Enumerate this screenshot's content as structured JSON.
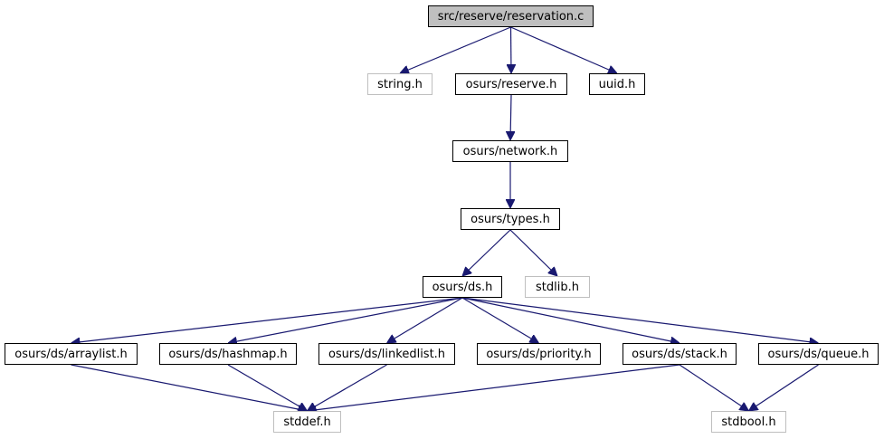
{
  "colors": {
    "edge": "#191970",
    "node_border": "#000000",
    "external_border": "#bfbfbf",
    "root_fill": "#bfbfbf"
  },
  "nodes": {
    "reservation_c": "src/reserve/reservation.c",
    "string_h": "string.h",
    "reserve_h": "osurs/reserve.h",
    "uuid_h": "uuid.h",
    "network_h": "osurs/network.h",
    "types_h": "osurs/types.h",
    "ds_h": "osurs/ds.h",
    "stdlib_h": "stdlib.h",
    "arraylist_h": "osurs/ds/arraylist.h",
    "hashmap_h": "osurs/ds/hashmap.h",
    "linkedlist_h": "osurs/ds/linkedlist.h",
    "priority_h": "osurs/ds/priority.h",
    "stack_h": "osurs/ds/stack.h",
    "queue_h": "osurs/ds/queue.h",
    "stddef_h": "stddef.h",
    "stdbool_h": "stdbool.h"
  },
  "edges": [
    [
      "reservation_c",
      "string_h"
    ],
    [
      "reservation_c",
      "reserve_h"
    ],
    [
      "reservation_c",
      "uuid_h"
    ],
    [
      "reserve_h",
      "network_h"
    ],
    [
      "network_h",
      "types_h"
    ],
    [
      "types_h",
      "ds_h"
    ],
    [
      "types_h",
      "stdlib_h"
    ],
    [
      "ds_h",
      "arraylist_h"
    ],
    [
      "ds_h",
      "hashmap_h"
    ],
    [
      "ds_h",
      "linkedlist_h"
    ],
    [
      "ds_h",
      "priority_h"
    ],
    [
      "ds_h",
      "stack_h"
    ],
    [
      "ds_h",
      "queue_h"
    ],
    [
      "arraylist_h",
      "stddef_h"
    ],
    [
      "hashmap_h",
      "stddef_h"
    ],
    [
      "linkedlist_h",
      "stddef_h"
    ],
    [
      "stack_h",
      "stddef_h"
    ],
    [
      "stack_h",
      "stdbool_h"
    ],
    [
      "queue_h",
      "stdbool_h"
    ]
  ]
}
